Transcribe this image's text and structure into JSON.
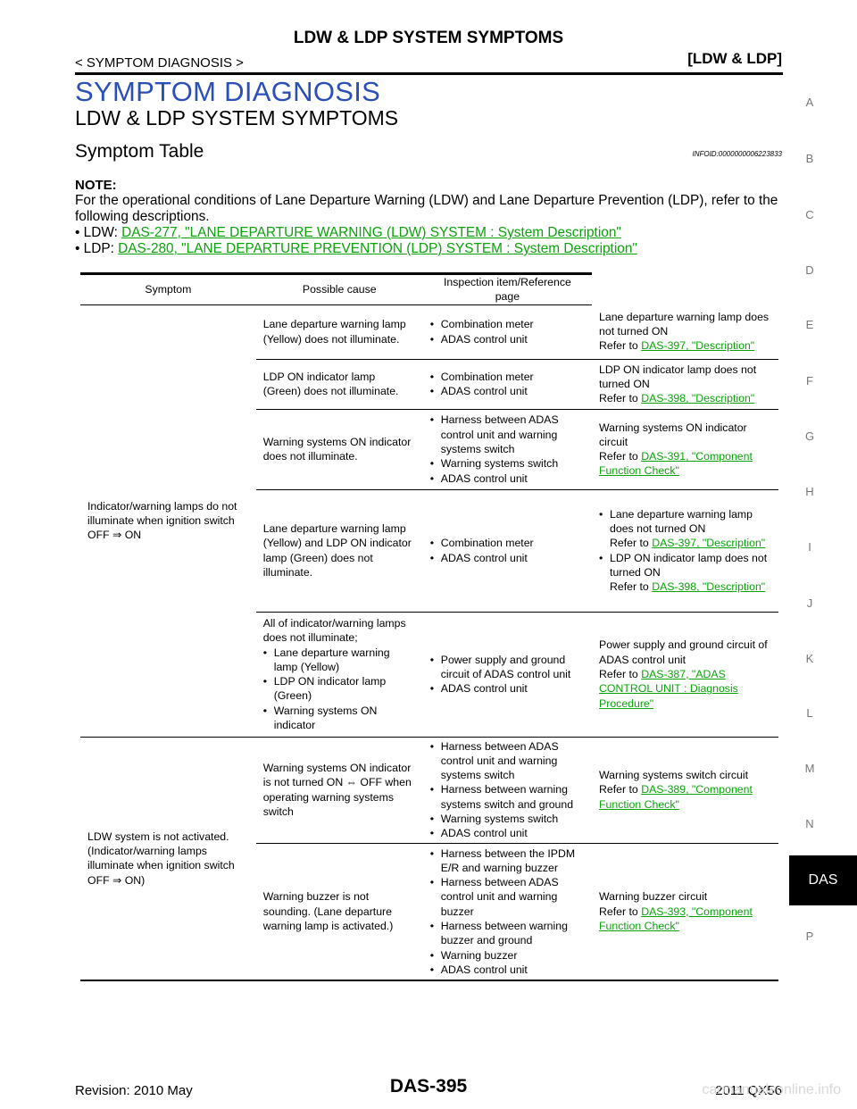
{
  "header": {
    "title": "LDW & LDP SYSTEM SYMPTOMS",
    "breadcrumb": "< SYMPTOM DIAGNOSIS >",
    "tag": "[LDW & LDP]"
  },
  "section_title": "SYMPTOM DIAGNOSIS",
  "subsection_title": "LDW & LDP SYSTEM SYMPTOMS",
  "symptom_table_title": "Symptom Table",
  "info_id": "INFOID:0000000006223833",
  "note": {
    "label": "NOTE:",
    "text": "For the operational conditions of Lane Departure Warning (LDW) and Lane Departure Prevention (LDP), refer to the following descriptions.",
    "ldw_prefix": "LDW: ",
    "ldw_link": "DAS-277, \"LANE DEPARTURE WARNING (LDW) SYSTEM : System Description\"",
    "ldp_prefix": "LDP: ",
    "ldp_link": "DAS-280, \"LANE DEPARTURE PREVENTION (LDP) SYSTEM : System Description\""
  },
  "table": {
    "headers": [
      "Symptom",
      "Possible cause",
      "Inspection item/Reference page"
    ],
    "group1_symptom": "Indicator/warning lamps do not illuminate when ignition switch OFF ⇒ ON",
    "group2_symptom": "LDW system is not activated. (Indicator/warning lamps illuminate when ignition switch OFF ⇒ ON)",
    "rows": [
      {
        "sub": "Lane departure warning lamp (Yellow) does not illuminate.",
        "causes": [
          "Combination meter",
          "ADAS control unit"
        ],
        "ref_text": "Lane departure warning lamp does not turned ON",
        "ref_prefix": "Refer to ",
        "ref_link": "DAS-397, \"Description\""
      },
      {
        "sub": "LDP ON indicator lamp (Green) does not illuminate.",
        "causes": [
          "Combination meter",
          "ADAS control unit"
        ],
        "ref_text": "LDP ON indicator lamp does not turned ON",
        "ref_prefix": "Refer to ",
        "ref_link": "DAS-398, \"Description\""
      },
      {
        "sub": "Warning systems ON indicator does not illuminate.",
        "causes": [
          "Harness between ADAS control unit and warning systems switch",
          "Warning systems switch",
          "ADAS control unit"
        ],
        "ref_text": "Warning systems ON indicator circuit",
        "ref_prefix": "Refer to ",
        "ref_link": "DAS-391, \"Component Function Check\""
      },
      {
        "sub": "Lane departure warning lamp (Yellow) and LDP ON indicator lamp (Green) does not illuminate.",
        "causes": [
          "Combination meter",
          "ADAS control unit"
        ],
        "ref_items": [
          {
            "text": "Lane departure warning lamp does not turned ON",
            "prefix": "Refer to ",
            "link": "DAS-397, \"Description\""
          },
          {
            "text": "LDP ON indicator lamp does not turned ON",
            "prefix": "Refer to ",
            "link": "DAS-398, \"Description\""
          }
        ]
      },
      {
        "sub": "All of indicator/warning lamps does not illuminate;",
        "sub_items": [
          "Lane departure warning lamp (Yellow)",
          "LDP ON indicator lamp (Green)",
          "Warning systems ON indicator"
        ],
        "causes": [
          "Power supply and ground circuit of ADAS control unit",
          "ADAS control unit"
        ],
        "ref_text": "Power supply and ground circuit of ADAS control unit",
        "ref_prefix": "Refer to ",
        "ref_link": "DAS-387, \"ADAS CONTROL UNIT : Diagnosis Procedure\""
      },
      {
        "sub": "Warning systems ON indicator is not turned ON ⇔ OFF when operating warning systems switch",
        "causes": [
          "Harness between ADAS control unit and warning systems switch",
          "Harness between warning systems switch and ground",
          "Warning systems switch",
          "ADAS control unit"
        ],
        "ref_text": "Warning systems switch circuit",
        "ref_prefix": "Refer to ",
        "ref_link": "DAS-389, \"Component Function Check\""
      },
      {
        "sub": "Warning buzzer is not sounding. (Lane departure warning lamp is activated.)",
        "causes": [
          "Harness between the IPDM E/R and warning buzzer",
          "Harness between ADAS control unit and warning buzzer",
          "Harness between warning buzzer and ground",
          "Warning buzzer",
          "ADAS control unit"
        ],
        "ref_text": "Warning buzzer circuit",
        "ref_prefix": "Refer to ",
        "ref_link": "DAS-393, \"Component Function Check\""
      }
    ]
  },
  "side_index": [
    "A",
    "B",
    "C",
    "D",
    "E",
    "F",
    "G",
    "H",
    "I",
    "J",
    "K",
    "L",
    "M",
    "N",
    "DAS",
    "P"
  ],
  "footer": {
    "revision": "Revision: 2010 May",
    "page": "DAS-395",
    "model": "2011 QX56",
    "watermark": "carmanualsonline.info"
  },
  "colors": {
    "title_blue": "#2b4fb8",
    "link_green": "#0aa30a"
  }
}
